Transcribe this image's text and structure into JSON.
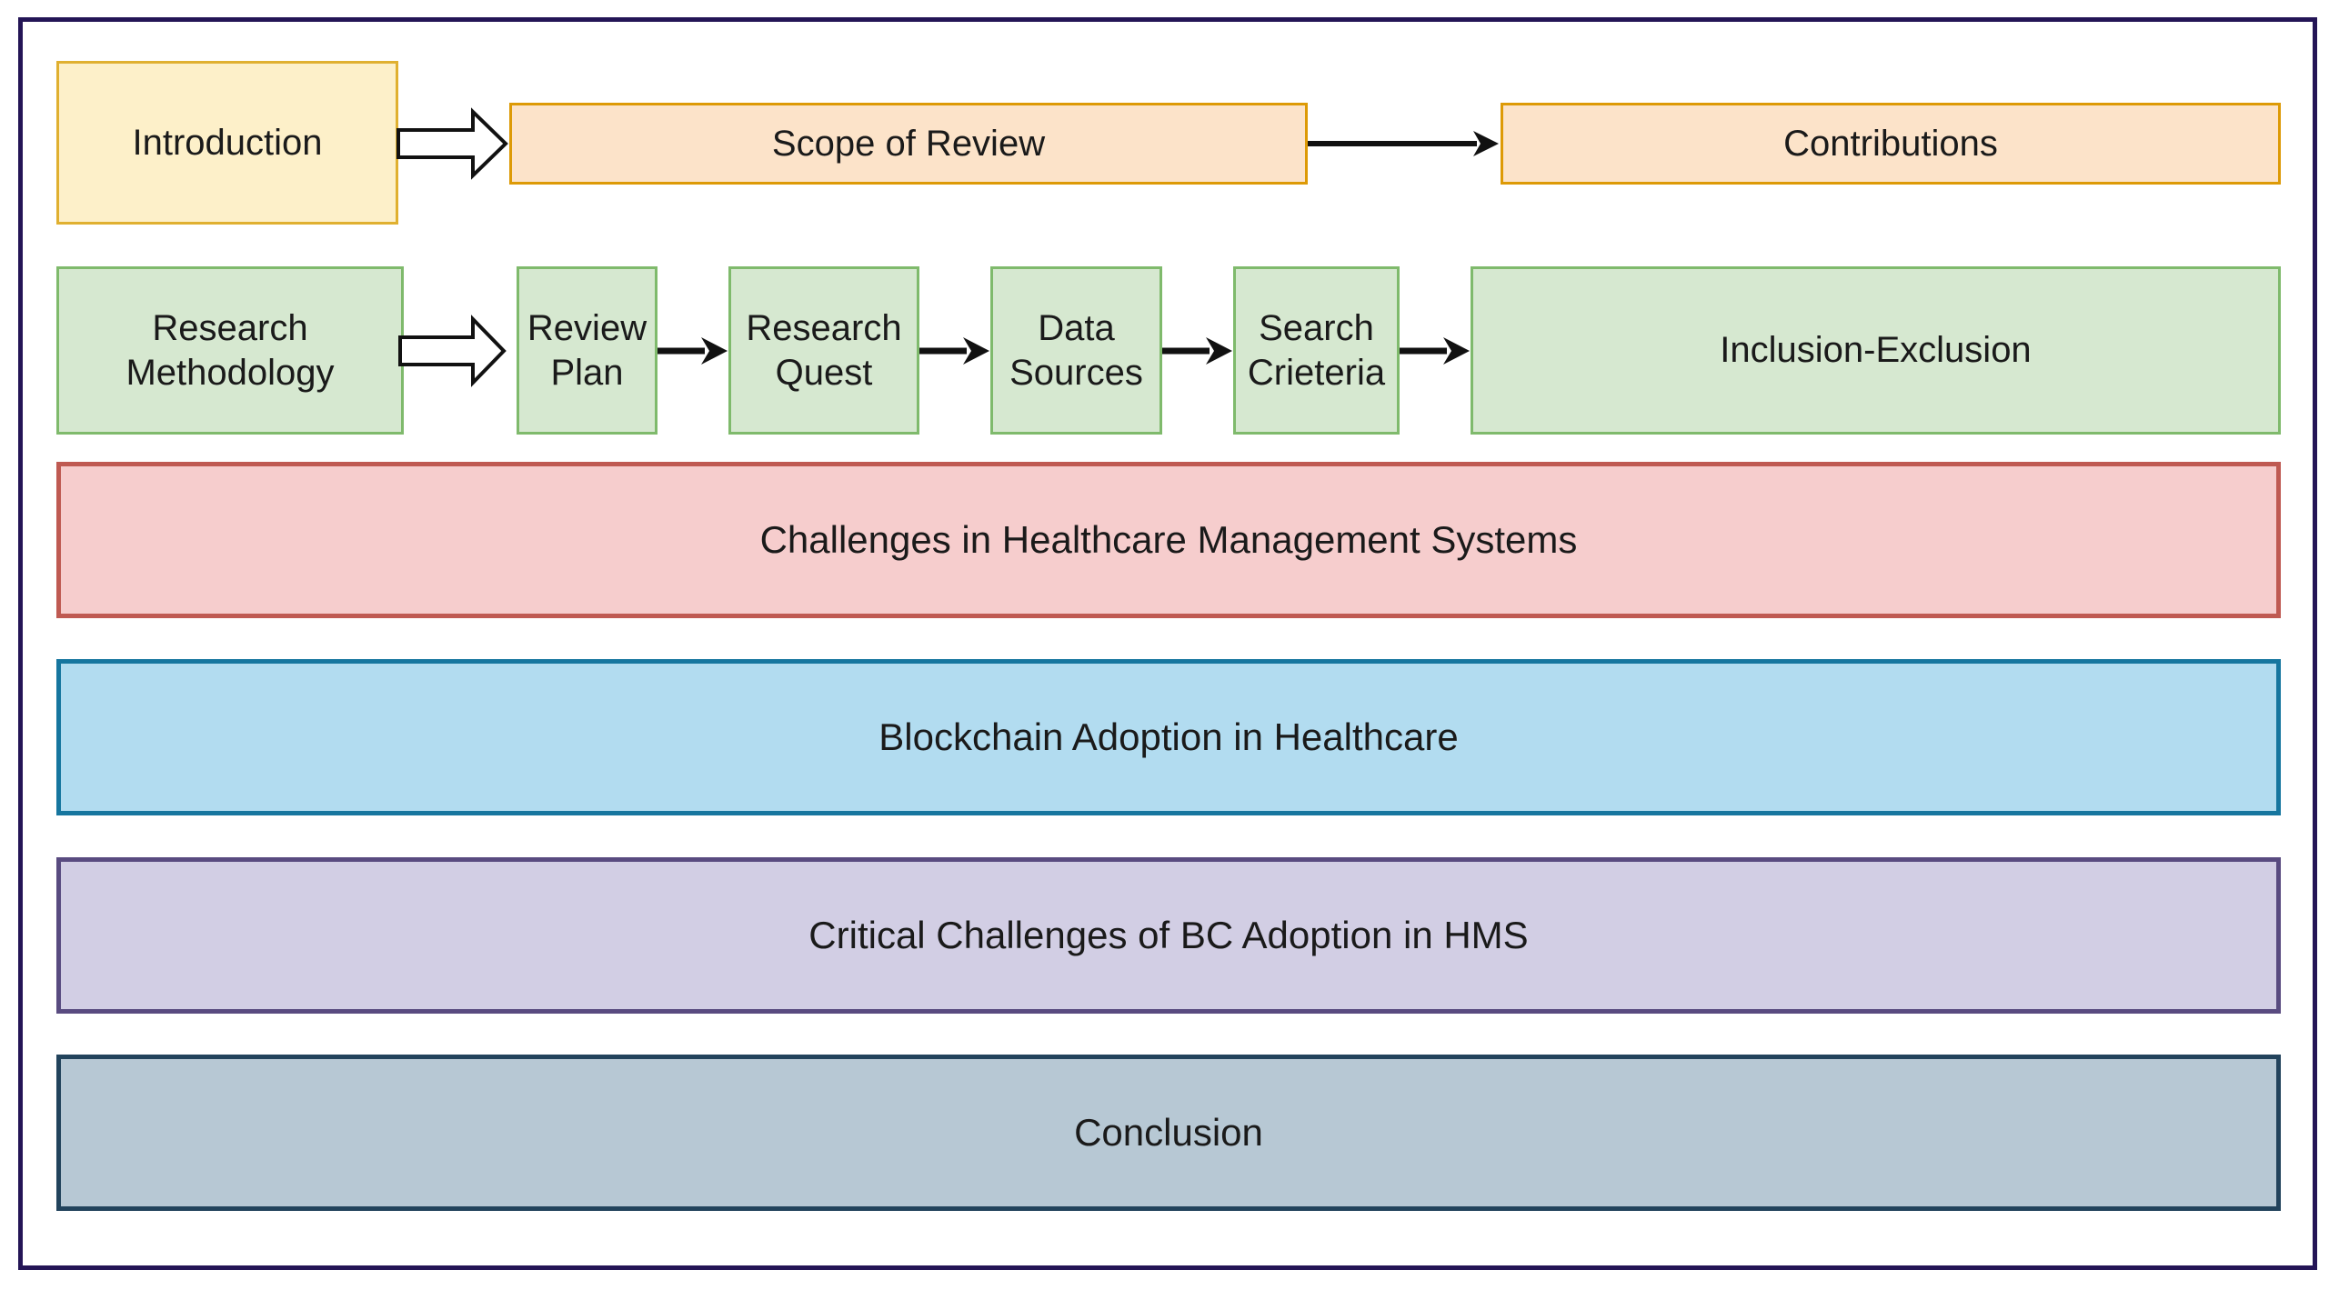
{
  "diagram": {
    "title_present": false,
    "frame": {
      "border_color": "#241556"
    },
    "rows": {
      "row1": {
        "nodes": [
          {
            "id": "introduction",
            "label": "Introduction",
            "fill": "#fdf0c9",
            "stroke": "#e0b030"
          },
          {
            "id": "scope-of-review",
            "label": "Scope of Review",
            "fill": "#fce3c9",
            "stroke": "#dd9a06"
          },
          {
            "id": "contributions",
            "label": "Contributions",
            "fill": "#fce3c9",
            "stroke": "#dd9a06"
          }
        ],
        "connectors": [
          {
            "id": "intro-to-scope",
            "type": "block-arrow",
            "from": "introduction",
            "to": "scope-of-review"
          },
          {
            "id": "scope-to-contributions",
            "type": "line-arrow",
            "from": "scope-of-review",
            "to": "contributions"
          }
        ]
      },
      "row2": {
        "nodes": [
          {
            "id": "research-methodology",
            "label": "Research\nMethodology",
            "line1": "Research",
            "line2": "Methodology",
            "fill": "#d6e8d0",
            "stroke": "#7fba6c"
          },
          {
            "id": "review-plan",
            "label": "Review\nPlan",
            "line1": "Review",
            "line2": "Plan",
            "fill": "#d6e8d0",
            "stroke": "#7fba6c"
          },
          {
            "id": "research-quest",
            "label": "Research\nQuest",
            "line1": "Research",
            "line2": "Quest",
            "fill": "#d6e8d0",
            "stroke": "#7fba6c"
          },
          {
            "id": "data-sources",
            "label": "Data\nSources",
            "line1": "Data",
            "line2": "Sources",
            "fill": "#d6e8d0",
            "stroke": "#7fba6c"
          },
          {
            "id": "search-crieteria",
            "label": "Search\nCrieteria",
            "line1": "Search",
            "line2": "Crieteria",
            "fill": "#d6e8d0",
            "stroke": "#7fba6c"
          },
          {
            "id": "inclusion-exclusion",
            "label": "Inclusion-Exclusion",
            "line1": "Inclusion-Exclusion",
            "line2": "",
            "fill": "#d6e8d0",
            "stroke": "#7fba6c"
          }
        ],
        "connectors": [
          {
            "id": "methodology-to-reviewplan",
            "type": "block-arrow"
          },
          {
            "id": "reviewplan-to-quest",
            "type": "line-arrow"
          },
          {
            "id": "quest-to-sources",
            "type": "line-arrow"
          },
          {
            "id": "sources-to-criteria",
            "type": "line-arrow"
          },
          {
            "id": "criteria-to-inclusion",
            "type": "line-arrow"
          }
        ]
      }
    },
    "bars": [
      {
        "id": "challenges-hms",
        "label": "Challenges in Healthcare Management Systems",
        "fill": "#f6cdcd",
        "stroke": "#bf5a52"
      },
      {
        "id": "blockchain-adoption",
        "label": "Blockchain Adoption in Healthcare",
        "fill": "#b2dcf0",
        "stroke": "#16769f"
      },
      {
        "id": "critical-challenges-bc",
        "label": "Critical Challenges of BC Adoption in HMS",
        "fill": "#d2cee4",
        "stroke": "#594b80"
      },
      {
        "id": "conclusion",
        "label": "Conclusion",
        "fill": "#b7c8d4",
        "stroke": "#22435c"
      }
    ]
  }
}
